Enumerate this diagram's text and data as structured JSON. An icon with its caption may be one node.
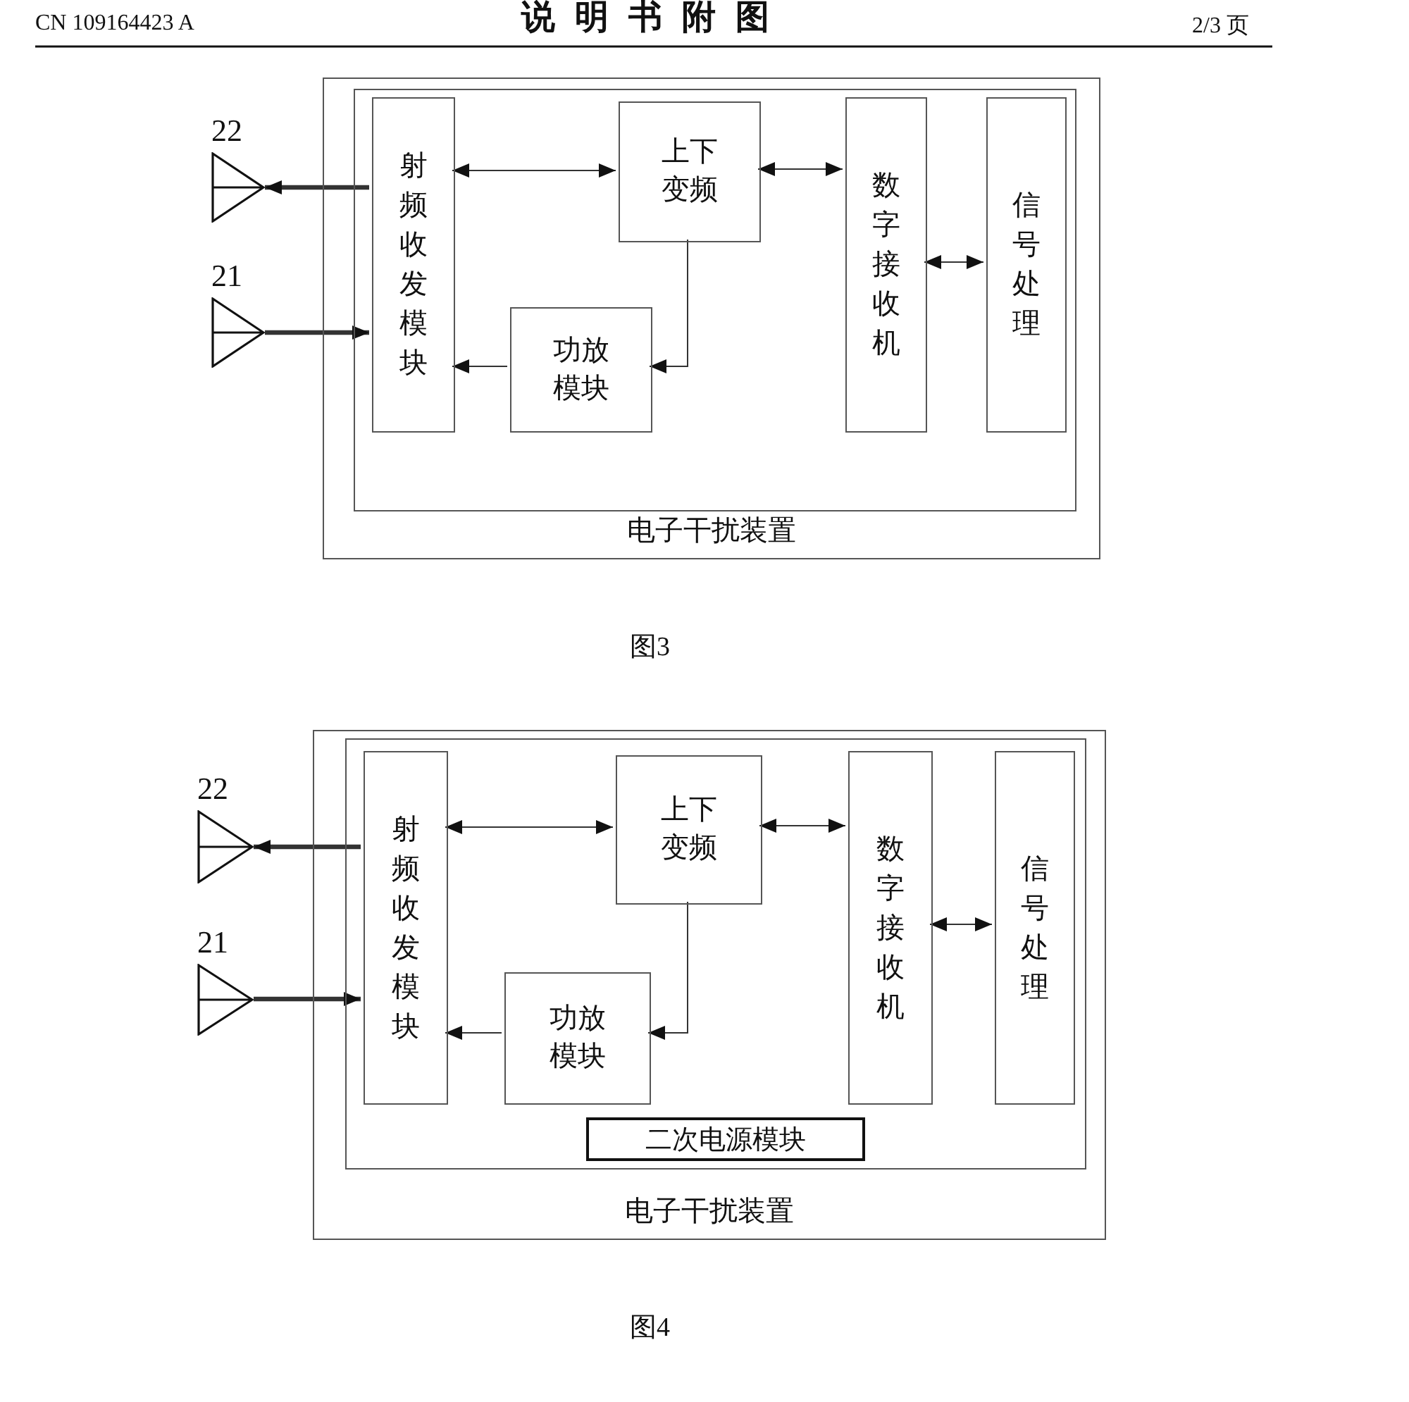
{
  "diagram": {
    "title": "说明书附图",
    "nodes": [
      {
        "text": [
          "电子干扰装置"
        ]
      },
      {
        "text": [],
        "shape": "box",
        "in": 0
      },
      {
        "text": [
          "射频收发模块"
        ],
        "in": 1
      },
      {
        "text": [
          "上下变频"
        ],
        "in": 1
      },
      {
        "text": [
          "功放模块"
        ],
        "in": 1
      },
      {
        "text": [
          "数字接收机"
        ],
        "in": 1
      },
      {
        "text": [
          "信号处理"
        ],
        "in": 1
      },
      {
        "text": [],
        "shape": "antenna",
        "beside": [
          "22"
        ]
      },
      {
        "text": [],
        "shape": "antenna",
        "beside": [
          "21"
        ]
      },
      {
        "text": [
          "电子干扰装置"
        ]
      },
      {
        "text": [],
        "shape": "box",
        "in": 9
      },
      {
        "text": [
          "射频收发模块"
        ],
        "in": 10
      },
      {
        "text": [
          "上下变频"
        ],
        "in": 10
      },
      {
        "text": [
          "功放模块"
        ],
        "in": 10
      },
      {
        "text": [
          "数字接收机"
        ],
        "in": 10
      },
      {
        "text": [
          "信号处理"
        ],
        "in": 10
      },
      {
        "text": [
          "二次电源模块"
        ],
        "in": 10
      },
      {
        "text": [],
        "shape": "antenna",
        "beside": [
          "22"
        ]
      },
      {
        "text": [],
        "shape": "antenna",
        "beside": [
          "21"
        ]
      }
    ],
    "edges": [
      {
        "from": 2,
        "to": 7,
        "arrow": "to",
        "style": "thick"
      },
      {
        "from": 8,
        "to": 2,
        "arrow": "to",
        "style": "thick"
      },
      {
        "from": 2,
        "to": 3,
        "arrow": "both"
      },
      {
        "from": 3,
        "to": 5,
        "arrow": "both"
      },
      {
        "from": 5,
        "to": 6,
        "arrow": "both"
      },
      {
        "from": 3,
        "to": 4,
        "arrow": "to"
      },
      {
        "from": 4,
        "to": 2,
        "arrow": "to"
      },
      {
        "from": 11,
        "to": 17,
        "arrow": "to",
        "style": "thick"
      },
      {
        "from": 18,
        "to": 11,
        "arrow": "to",
        "style": "thick"
      },
      {
        "from": 11,
        "to": 12,
        "arrow": "both"
      },
      {
        "from": 12,
        "to": 14,
        "arrow": "both"
      },
      {
        "from": 14,
        "to": 15,
        "arrow": "both"
      },
      {
        "from": 12,
        "to": 13,
        "arrow": "to"
      },
      {
        "from": 13,
        "to": 11,
        "arrow": "to"
      }
    ],
    "labels": [
      "CN 109164423 A",
      "2/3 页",
      "图3",
      "图4"
    ]
  }
}
